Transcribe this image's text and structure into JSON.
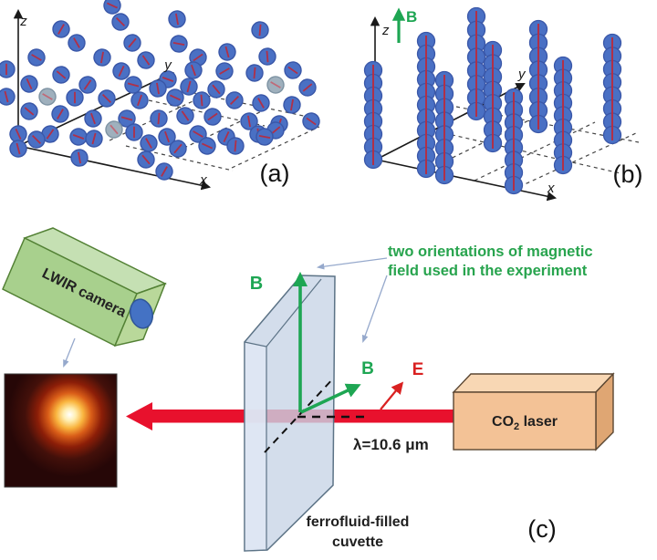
{
  "figure": {
    "background": "#ffffff",
    "panel_a": {
      "label": "(a)",
      "axis_x_label": "x",
      "axis_y_label": "y",
      "axis_z_label": "z",
      "particles": [
        [
          123,
          6,
          25
        ],
        [
          194,
          21,
          80
        ],
        [
          67,
          32,
          120
        ],
        [
          132,
          24,
          45
        ],
        [
          285,
          33,
          95
        ],
        [
          196,
          48,
          10
        ],
        [
          84,
          47,
          60
        ],
        [
          145,
          47,
          130
        ],
        [
          249,
          57,
          75
        ],
        [
          40,
          63,
          30
        ],
        [
          112,
          63,
          100
        ],
        [
          160,
          66,
          55
        ],
        [
          217,
          63,
          145
        ],
        [
          293,
          62,
          85
        ],
        [
          7,
          76,
          90
        ],
        [
          67,
          82,
          40
        ],
        [
          133,
          78,
          115
        ],
        [
          184,
          87,
          20
        ],
        [
          212,
          77,
          70
        ],
        [
          246,
          78,
          150
        ],
        [
          279,
          80,
          95
        ],
        [
          321,
          77,
          35
        ],
        [
          32,
          92,
          65
        ],
        [
          96,
          93,
          125
        ],
        [
          146,
          93,
          15
        ],
        [
          173,
          97,
          80
        ],
        [
          207,
          95,
          105
        ],
        [
          237,
          98,
          50
        ],
        [
          302,
          93,
          30,
          1
        ],
        [
          337,
          96,
          140
        ],
        [
          7,
          106,
          75
        ],
        [
          52,
          106,
          30,
          1
        ],
        [
          82,
          107,
          90
        ],
        [
          117,
          108,
          45
        ],
        [
          153,
          110,
          110
        ],
        [
          192,
          107,
          25
        ],
        [
          221,
          110,
          85
        ],
        [
          257,
          110,
          135
        ],
        [
          286,
          113,
          60
        ],
        [
          320,
          115,
          100
        ],
        [
          32,
          122,
          40
        ],
        [
          66,
          125,
          120
        ],
        [
          102,
          130,
          70
        ],
        [
          139,
          130,
          15
        ],
        [
          174,
          130,
          95
        ],
        [
          203,
          127,
          55
        ],
        [
          233,
          128,
          145
        ],
        [
          273,
          133,
          80
        ],
        [
          306,
          136,
          110
        ],
        [
          341,
          133,
          35
        ],
        [
          20,
          147,
          65
        ],
        [
          55,
          147,
          125
        ],
        [
          86,
          150,
          20
        ],
        [
          125,
          142,
          50,
          1
        ],
        [
          147,
          145,
          90
        ],
        [
          183,
          150,
          70
        ],
        [
          217,
          147,
          30
        ],
        [
          248,
          150,
          115
        ],
        [
          283,
          147,
          85
        ],
        [
          302,
          143,
          140
        ],
        [
          20,
          163,
          75
        ],
        [
          40,
          153,
          45
        ],
        [
          103,
          152,
          105
        ],
        [
          163,
          157,
          60
        ],
        [
          195,
          163,
          130
        ],
        [
          227,
          160,
          25
        ],
        [
          258,
          160,
          95
        ],
        [
          290,
          150,
          10
        ],
        [
          87,
          173,
          80
        ],
        [
          160,
          175,
          50
        ],
        [
          180,
          188,
          120
        ]
      ],
      "grid": [
        [
          163,
          110,
          290,
          138
        ],
        [
          203,
          100,
          347,
          130
        ],
        [
          120,
          154,
          224,
          105
        ],
        [
          187,
          169,
          291,
          120
        ],
        [
          254,
          184,
          350,
          139
        ],
        [
          138,
          160,
          255,
          187
        ]
      ]
    },
    "panel_b": {
      "label": "(b)",
      "axis_x_label": "x",
      "axis_y_label": "y",
      "axis_z_label": "z",
      "b_arrow_label": "B",
      "chains": [
        [
          409,
          77,
          175
        ],
        [
          467,
          45,
          185
        ],
        [
          487,
          88,
          192
        ],
        [
          522,
          18,
          122
        ],
        [
          540,
          55,
          157
        ],
        [
          563,
          107,
          203
        ],
        [
          590,
          32,
          136
        ],
        [
          617,
          72,
          181
        ],
        [
          671,
          47,
          148
        ]
      ],
      "grid": [
        [
          487,
          146,
          680,
          190
        ],
        [
          500,
          117,
          700,
          156
        ],
        [
          467,
          187,
          598,
          123
        ],
        [
          520,
          198,
          652,
          134
        ],
        [
          562,
          208,
          697,
          146
        ]
      ]
    },
    "panel_c": {
      "label": "(c)",
      "camera_label": "LWIR camera",
      "laser_label_co": "CO",
      "laser_label_sub": "2",
      "laser_label_rest": " laser",
      "wavelength_label": "λ=10.6 μm",
      "b_top_label": "B",
      "b_diag_label": "B",
      "e_label": "E",
      "annotation_line1": "two orientations of magnetic",
      "annotation_line2": "field used in the experiment",
      "cuvette_caption_line1": "ferrofluid-filled",
      "cuvette_caption_line2": "cuvette"
    },
    "colors": {
      "particle_blue": "#4a70c4",
      "particle_stroke": "#3a57a8",
      "particle_line": "#b03048",
      "particle_line_faint": "#c06a78",
      "particle_gray": "#9fb0bd",
      "particle_gray_stroke": "#7e93a3",
      "axis": "#1a1a1a",
      "grid_dash": "#444444",
      "green_arrow": "#1ea653",
      "green_text": "#28a44e",
      "beam_red": "#e8112d",
      "e_red": "#d92121",
      "cuvette_fill": "#c8d4e6",
      "cuvette_strip": "#dfe8f4",
      "cuvette_stroke": "#5c7386",
      "camera_front": "#a8d08d",
      "camera_top": "#c5e0b3",
      "camera_end": "#b9d89a",
      "camera_stroke": "#538135",
      "lens_blue": "#4472c4",
      "lens_stroke": "#2f5597",
      "laser_front": "#f3c296",
      "laser_top": "#f8d7b4",
      "laser_side": "#dfa673",
      "laser_stroke": "#5a4632",
      "annotation_arrow": "#96a9cc",
      "text_dark": "#1f1f1f"
    }
  }
}
